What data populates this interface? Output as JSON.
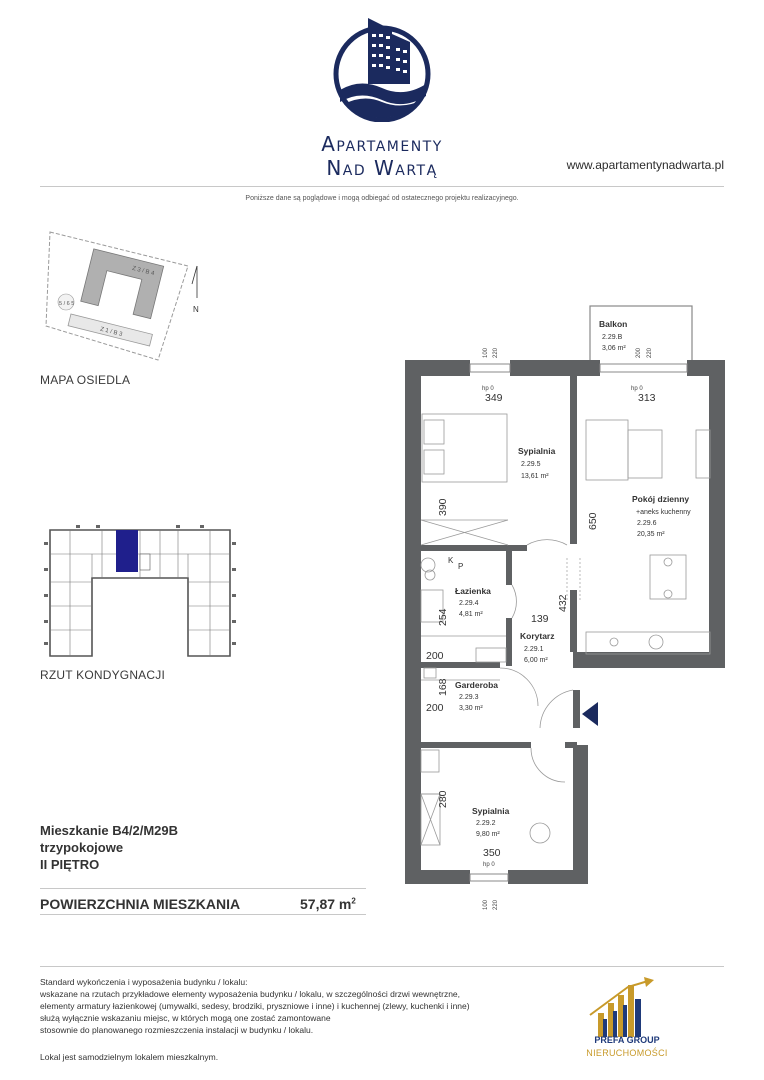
{
  "header": {
    "brand_line1": "Apartamenty",
    "brand_line2": "Nad Wartą",
    "website": "www.apartamentynadwarta.pl",
    "disclaimer": "Poniższe dane są poglądowe i mogą odbiegać od ostatecznego projektu realizacyjnego."
  },
  "site_map": {
    "label": "MAPA OSIEDLA",
    "building_a": "Z 3 / B 4",
    "building_b": "Z 1 / B 3",
    "building_c": "5 / 6 5",
    "north": "N"
  },
  "floor_map": {
    "label": "RZUT KONDYGNACJI"
  },
  "apartment": {
    "code": "Mieszkanie B4/2/M29B",
    "type": "trzypokojowe",
    "floor": "II PIĘTRO",
    "area_label": "POWIERZCHNIA MIESZKANIA",
    "area_value": "57,87 m",
    "area_unit_sup": "2"
  },
  "rooms": [
    {
      "name": "Balkon",
      "code": "2.29.B",
      "area": "3,06 m²"
    },
    {
      "name": "Sypialnia",
      "code": "2.29.5",
      "area": "13,61 m²"
    },
    {
      "name": "Pokój dzienny",
      "subname": "+aneks kuchenny",
      "code": "2.29.6",
      "area": "20,35 m²"
    },
    {
      "name": "Łazienka",
      "code": "2.29.4",
      "area": "4,81 m²"
    },
    {
      "name": "Korytarz",
      "code": "2.29.1",
      "area": "6,00 m²"
    },
    {
      "name": "Garderoba",
      "code": "2.29.3",
      "area": "3,30 m²"
    },
    {
      "name": "Sypialnia",
      "code": "2.29.2",
      "area": "9,80 m²"
    }
  ],
  "dimensions": {
    "d349": "349",
    "d313": "313",
    "d390": "390",
    "d650": "650",
    "d139": "139",
    "d432": "432",
    "d254": "254",
    "d200a": "200",
    "d168": "168",
    "d200b": "200",
    "d280": "280",
    "d350": "350",
    "hp0": "hp 0",
    "w100": "100",
    "w220": "220",
    "w200": "200",
    "kp_k": "K",
    "kp_p": "P"
  },
  "footer": {
    "standard_lines": [
      "Standard wykończenia i wyposażenia budynku / lokalu:",
      "wskazane na rzutach przykładowe elementy wyposażenia budynku / lokalu, w szczególności drzwi wewnętrzne,",
      "elementy armatury łazienkowej (umywalki, sedesy, brodziki, pryszniowe i inne) i kuchennej (zlewy, kuchenki i inne)",
      "służą wyłącznie wskazaniu miejsc, w których mogą one zostać zamontowane",
      "stosownie do planowanego rozmieszczenia instalacji w budynku / lokalu."
    ],
    "independent": "Lokal jest samodzielnym lokalem mieszkalnym.",
    "prefa_line1": "PREFA GROUP",
    "prefa_line2": "NIERUCHOMOŚCI"
  },
  "colors": {
    "navy": "#1b2a5e",
    "wall": "#5f6163",
    "highlight": "#1f1f8c",
    "gold": "#c89a2a"
  }
}
